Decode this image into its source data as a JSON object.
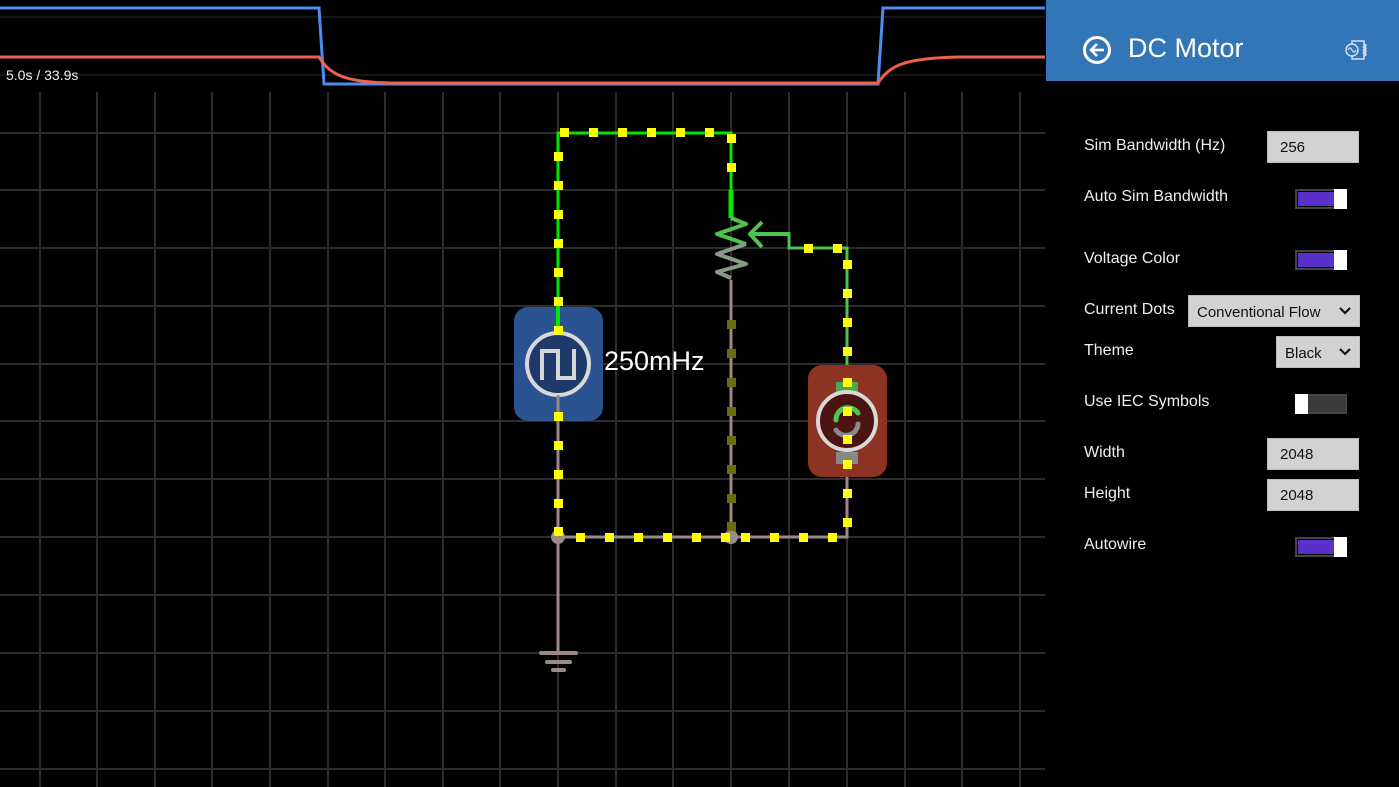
{
  "scope": {
    "time_label": "5.0s / 33.9s",
    "traces": [
      {
        "name": "voltage",
        "color": "#4c8ef0"
      },
      {
        "name": "current",
        "color": "#f0604a"
      }
    ]
  },
  "canvas": {
    "grid_color": "#2c2c2c",
    "background": "#000000",
    "wire_colors": {
      "positive": "#00e600",
      "mid": "#4fc24f",
      "ground": "#9a8a88"
    },
    "current_dot_color": "#ffff00",
    "components": [
      {
        "type": "square-wave-source",
        "label": "250mHz",
        "color": "#2b5291"
      },
      {
        "type": "potentiometer",
        "label": ""
      },
      {
        "type": "dc-motor",
        "label": "",
        "color": "#8c3324"
      },
      {
        "type": "ground",
        "label": ""
      }
    ]
  },
  "panel": {
    "title": "DC Motor",
    "header_color": "#3376b8",
    "settings": {
      "sim_bandwidth": {
        "label": "Sim Bandwidth (Hz)",
        "value": "256"
      },
      "auto_sim_bandwidth": {
        "label": "Auto Sim Bandwidth",
        "value": true
      },
      "voltage_color": {
        "label": "Voltage Color",
        "value": true
      },
      "current_dots": {
        "label": "Current Dots",
        "value": "Conventional Flow"
      },
      "theme": {
        "label": "Theme",
        "value": "Black"
      },
      "use_iec_symbols": {
        "label": "Use IEC Symbols",
        "value": false
      },
      "width": {
        "label": "Width",
        "value": "2048"
      },
      "height": {
        "label": "Height",
        "value": "2048"
      },
      "autowire": {
        "label": "Autowire",
        "value": true
      }
    },
    "toggle_on_color": "#5b2fc9"
  }
}
